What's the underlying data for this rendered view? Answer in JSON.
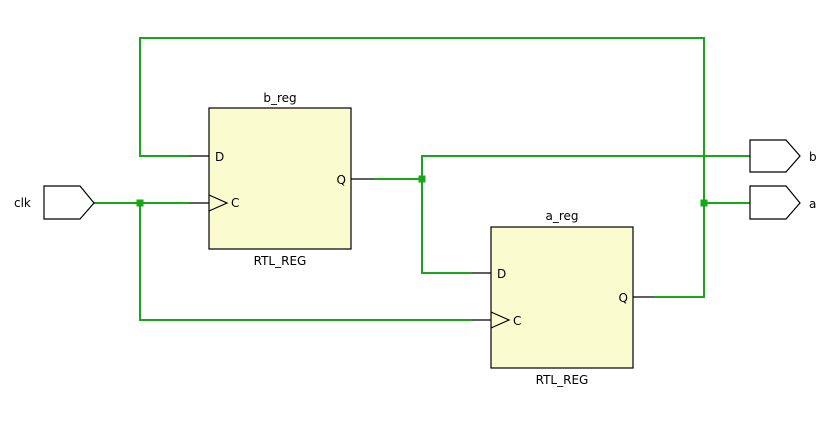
{
  "ports": {
    "clk": "clk",
    "b": "b",
    "a": "a"
  },
  "cells": {
    "b_reg": {
      "name": "b_reg",
      "type": "RTL_REG",
      "pin_d": "D",
      "pin_c": "C",
      "pin_q": "Q"
    },
    "a_reg": {
      "name": "a_reg",
      "type": "RTL_REG",
      "pin_d": "D",
      "pin_c": "C",
      "pin_q": "Q"
    }
  },
  "colors": {
    "wire": "#16a816",
    "cell_fill": "#fbfbd0"
  }
}
